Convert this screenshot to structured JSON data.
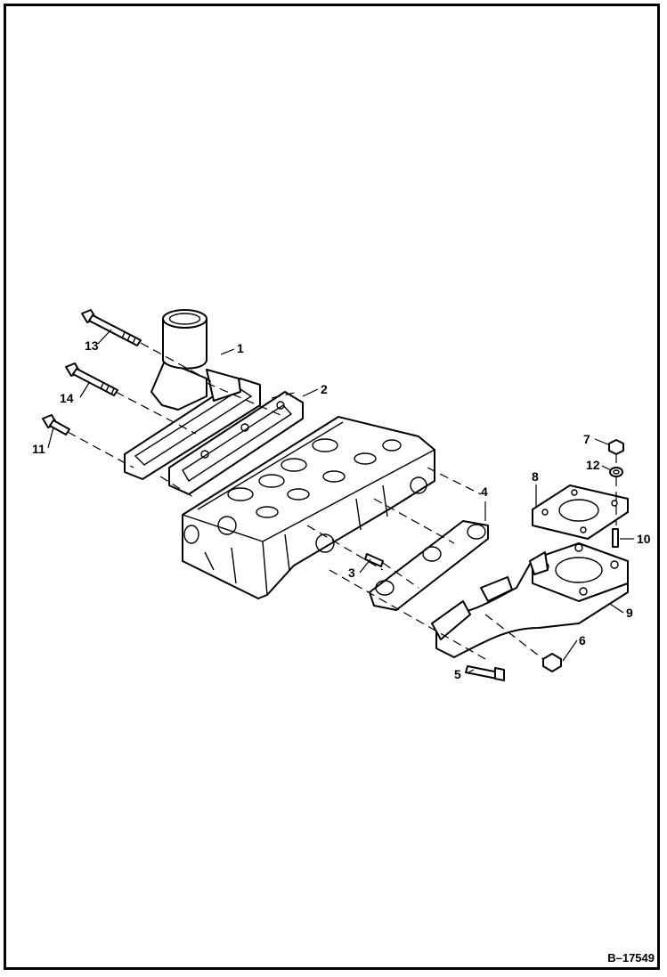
{
  "diagram": {
    "reference_code": "B–17549",
    "callouts": [
      {
        "id": "1",
        "label": "1"
      },
      {
        "id": "2",
        "label": "2"
      },
      {
        "id": "3",
        "label": "3"
      },
      {
        "id": "4",
        "label": "4"
      },
      {
        "id": "5",
        "label": "5"
      },
      {
        "id": "6",
        "label": "6"
      },
      {
        "id": "7",
        "label": "7"
      },
      {
        "id": "8",
        "label": "8"
      },
      {
        "id": "9",
        "label": "9"
      },
      {
        "id": "10",
        "label": "10"
      },
      {
        "id": "11",
        "label": "11"
      },
      {
        "id": "12",
        "label": "12"
      },
      {
        "id": "13",
        "label": "13"
      },
      {
        "id": "14",
        "label": "14"
      }
    ],
    "parts": [
      {
        "name": "thermostat-housing",
        "callout": "1"
      },
      {
        "name": "housing-gasket",
        "callout": "2"
      },
      {
        "name": "stud",
        "callout": "3"
      },
      {
        "name": "manifold-gasket",
        "callout": "4"
      },
      {
        "name": "bolt",
        "callout": "5"
      },
      {
        "name": "nut",
        "callout": "6"
      },
      {
        "name": "nut",
        "callout": "7"
      },
      {
        "name": "flange-gasket",
        "callout": "8"
      },
      {
        "name": "exhaust-manifold",
        "callout": "9"
      },
      {
        "name": "stud",
        "callout": "10"
      },
      {
        "name": "bolt",
        "callout": "11"
      },
      {
        "name": "washer",
        "callout": "12"
      },
      {
        "name": "bolt",
        "callout": "13"
      },
      {
        "name": "bolt",
        "callout": "14"
      },
      {
        "name": "cylinder-head",
        "callout": ""
      }
    ]
  }
}
